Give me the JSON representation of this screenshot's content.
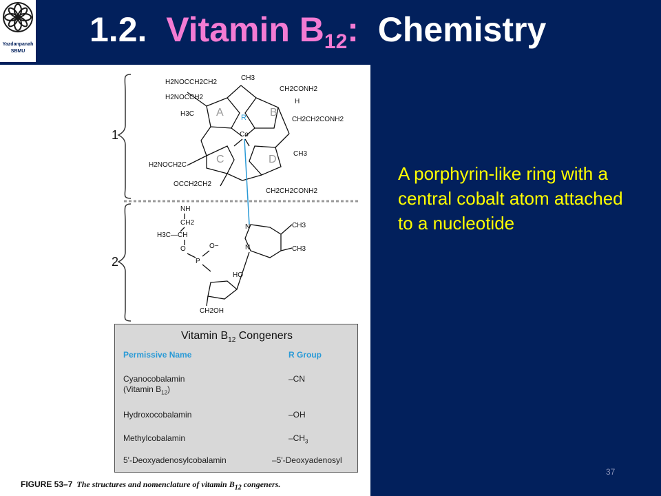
{
  "logo": {
    "line1": "Yazdanpanah",
    "line2": "SBMU"
  },
  "title": {
    "number": "1.2.",
    "vitamin_prefix": "Vitamin B",
    "vitamin_sub": "12",
    "colon": ":",
    "rest": "Chemistry"
  },
  "figure": {
    "ring_labels": [
      "A",
      "B",
      "C",
      "D"
    ],
    "metal": "Co",
    "r_label": "R",
    "bracket_labels": [
      "1",
      "2"
    ],
    "groups": {
      "g1": "H2NOCCH2CH2",
      "g2": "H2NOCCH2",
      "g3": "CH3",
      "g4": "H3C",
      "g5": "CH2CONH2",
      "g6": "CH2CH2CONH2",
      "g7": "H2NOCH2C",
      "g8": "OCCH2CH2",
      "g9": "CH3",
      "g10": "CH2CH2CONH2",
      "g11": "NH",
      "g12": "CH2",
      "g13": "H3C—CH",
      "g14": "O",
      "g15": "P",
      "g16": "O−",
      "g17": "HO",
      "g18": "CH2OH",
      "g19": "CH3",
      "g20": "CH3",
      "g21": "N",
      "g22": "N",
      "g23": "H"
    },
    "table": {
      "title_prefix": "Vitamin B",
      "title_sub": "12",
      "title_suffix": " Congeners",
      "col1": "Permissive Name",
      "col2": "R Group",
      "rows": [
        {
          "name": "Cyanocobalamin",
          "name2_prefix": "(Vitamin B",
          "name2_sub": "12",
          "name2_suffix": ")",
          "r": "–CN"
        },
        {
          "name": "Hydroxocobalamin",
          "r": "–OH"
        },
        {
          "name": "Methylcobalamin",
          "r_prefix": "–CH",
          "r_sub": "3"
        },
        {
          "name": "5'-Deoxyadenosylcobalamin",
          "r": "–5'-Deoxyadenosyl"
        }
      ]
    },
    "caption": {
      "label": "FIGURE 53–7",
      "text_prefix": "The structures and nomenclature of vitamin B",
      "text_sub": "12",
      "text_suffix": " congeners."
    }
  },
  "body": {
    "text": "A porphyrin-like ring with a central cobalt atom attached to a nucleotide"
  },
  "page_number": "37",
  "colors": {
    "background": "#02205c",
    "title": "#ffffff",
    "title_accent": "#f47bd3",
    "body_text": "#ffff00",
    "header_blue": "#2a9ad6"
  }
}
